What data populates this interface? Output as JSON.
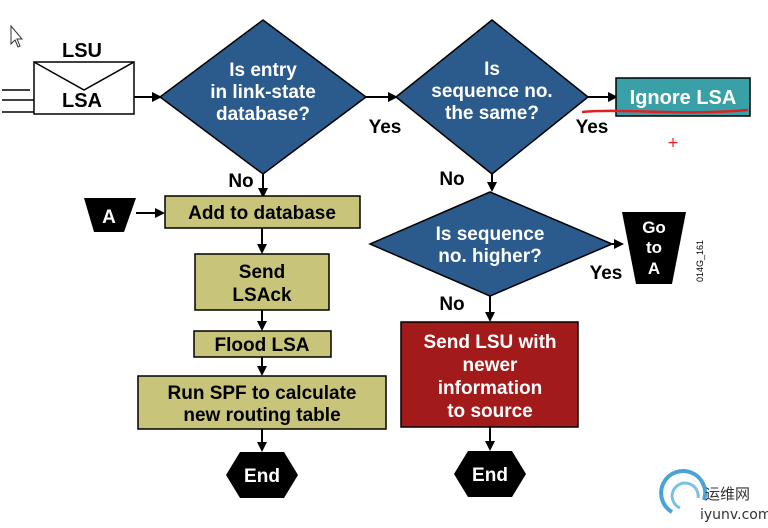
{
  "envelope": {
    "top": "LSU",
    "bottom": "LSA"
  },
  "decision1": {
    "lines": [
      "Is entry",
      "in link-state",
      "database?"
    ]
  },
  "decision2": {
    "lines": [
      "Is",
      "sequence no.",
      "the same?"
    ]
  },
  "decision3": {
    "lines": [
      "Is sequence",
      "no. higher?"
    ]
  },
  "ignore_box": {
    "label": "Ignore LSA"
  },
  "yes_label": "Yes",
  "no_label": "No",
  "connector_a": {
    "label": "A"
  },
  "add_db": {
    "label": "Add to database"
  },
  "send_ack": {
    "lines": [
      "Send",
      "LSAck"
    ]
  },
  "flood": {
    "label": "Flood LSA"
  },
  "run_spf": {
    "lines": [
      "Run SPF to calculate",
      "new routing table"
    ]
  },
  "send_lsu": {
    "lines": [
      "Send LSU with",
      "newer",
      "information",
      "to source"
    ]
  },
  "goto_a": {
    "lines": [
      "Go",
      "to",
      "A"
    ]
  },
  "end_label": "End",
  "figure_id": "014G_161",
  "watermark": {
    "cn": "运维网",
    "url": "iyunv.com"
  },
  "colors": {
    "diamond": "#2b5a8c",
    "olive_box": "#c8c47a",
    "teal_box": "#3aa0a8",
    "red_box": "#a31a1a",
    "terminal": "#000000"
  }
}
